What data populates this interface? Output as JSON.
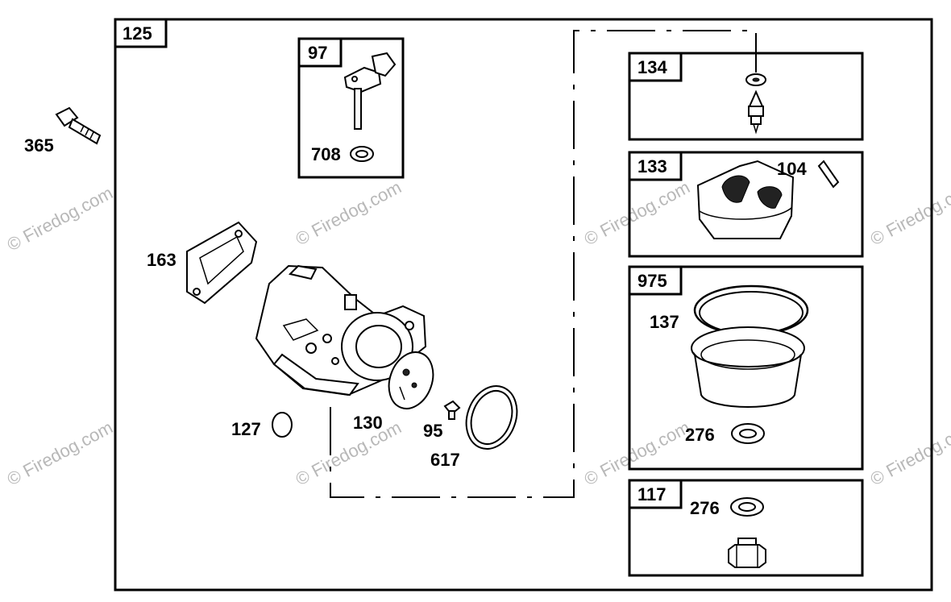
{
  "watermark": "© Firedog.com",
  "boxes": {
    "main": "125",
    "b97": "97",
    "b134": "134",
    "b133": "133",
    "b975": "975",
    "b117": "117"
  },
  "parts": {
    "p365": "365",
    "p708": "708",
    "p104": "104",
    "p163": "163",
    "p137": "137",
    "p127": "127",
    "p130": "130",
    "p95": "95",
    "p617": "617",
    "p276a": "276",
    "p276b": "276"
  }
}
